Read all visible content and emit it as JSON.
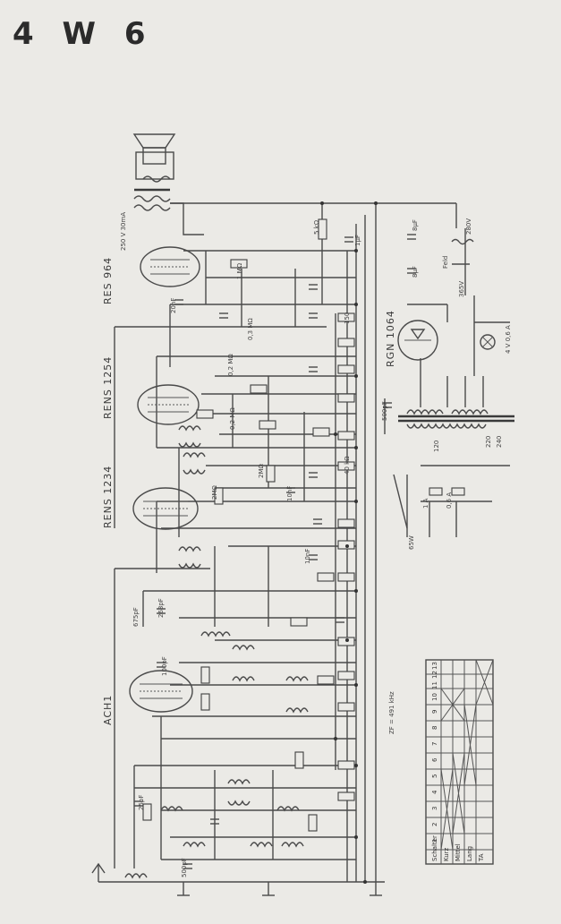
{
  "title": "4 W 6",
  "tubes": {
    "t1": "RES 964",
    "t2": "RENS 1254",
    "t3": "RENS 1234",
    "t4": "ACH1",
    "rect": "RGN 1064"
  },
  "notes": {
    "if_freq": "ZF = 491 kHz",
    "hv": "250 V 30mA",
    "v280": "280V",
    "v365": "365V",
    "field": "Feld",
    "power": "65W",
    "fuse1": "1 A",
    "fuse2": "0,6 A",
    "lamp": "4 V 0,6 A",
    "mains_120": "120",
    "mains_220": "220",
    "mains_240": "240"
  },
  "components": {
    "c_500pf": "500pF",
    "r_5k": "5 kΩ",
    "c_1uf": "1µF",
    "c_8uf_a": "8µF",
    "c_8uf_b": "8µF",
    "c_20nf": "20nF",
    "r_03": "0,3 MΩ",
    "r_02a": "0,2 MΩ",
    "r_02b": "0,2 MΩ",
    "r_2m": "2MΩ",
    "r_2m_b": "2MΩ",
    "c_10nf": "10nF",
    "c_10nf_b": "10nF",
    "c_100pf": "100pF",
    "c_25pf": "25pF",
    "c_500pf_b": "500pF",
    "c_268pf": "268pF",
    "c_675pf": "675pF",
    "r_150": "150",
    "r_40k": "40 kΩ",
    "r_1m": "1 MΩ"
  },
  "switch_table": {
    "header": "Schalter",
    "cols": [
      "1",
      "2",
      "3",
      "4",
      "5",
      "6",
      "7",
      "8",
      "9",
      "10",
      "11",
      "12",
      "13"
    ],
    "rows": [
      "Kurz",
      "Mittel",
      "Lang",
      "TA"
    ]
  }
}
